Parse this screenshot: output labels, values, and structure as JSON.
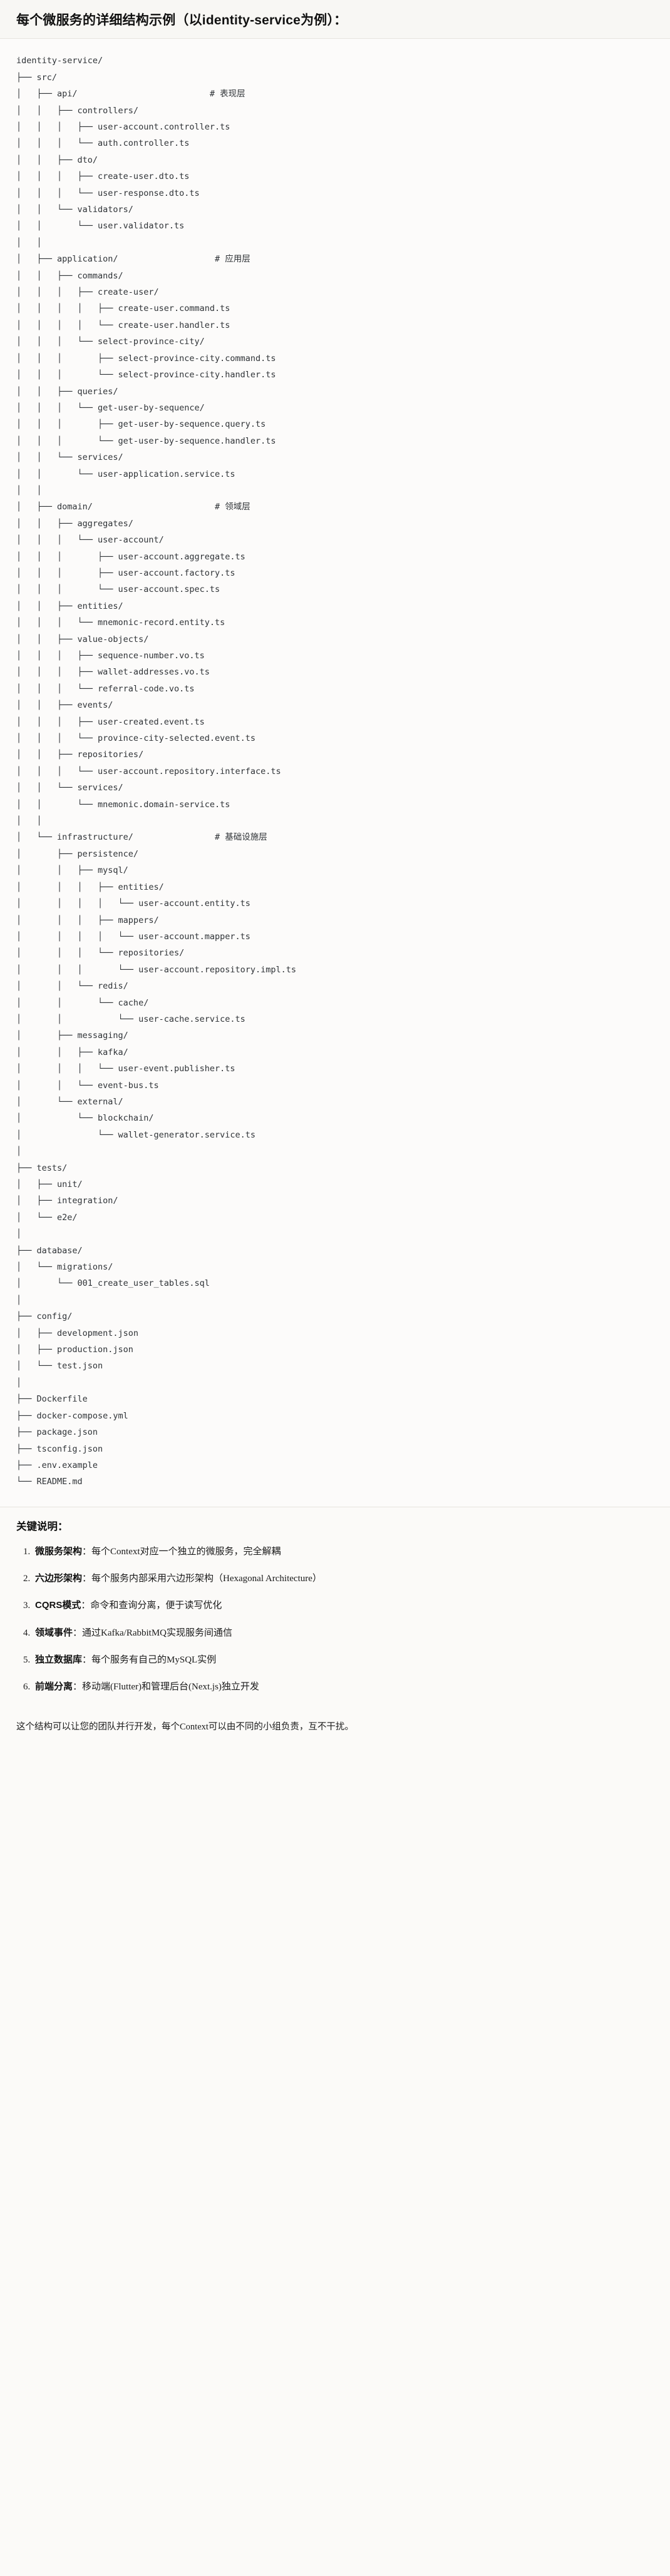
{
  "heading": "每个微服务的详细结构示例（以identity-service为例）：",
  "code_block": {
    "language": "text",
    "lines": [
      "identity-service/",
      "├── src/",
      "│   ├── api/                          # 表现层",
      "│   │   ├── controllers/",
      "│   │   │   ├── user-account.controller.ts",
      "│   │   │   └── auth.controller.ts",
      "│   │   ├── dto/",
      "│   │   │   ├── create-user.dto.ts",
      "│   │   │   └── user-response.dto.ts",
      "│   │   └── validators/",
      "│   │       └── user.validator.ts",
      "│   │",
      "│   ├── application/                   # 应用层",
      "│   │   ├── commands/",
      "│   │   │   ├── create-user/",
      "│   │   │   │   ├── create-user.command.ts",
      "│   │   │   │   └── create-user.handler.ts",
      "│   │   │   └── select-province-city/",
      "│   │   │       ├── select-province-city.command.ts",
      "│   │   │       └── select-province-city.handler.ts",
      "│   │   ├── queries/",
      "│   │   │   └── get-user-by-sequence/",
      "│   │   │       ├── get-user-by-sequence.query.ts",
      "│   │   │       └── get-user-by-sequence.handler.ts",
      "│   │   └── services/",
      "│   │       └── user-application.service.ts",
      "│   │",
      "│   ├── domain/                        # 领域层",
      "│   │   ├── aggregates/",
      "│   │   │   └── user-account/",
      "│   │   │       ├── user-account.aggregate.ts",
      "│   │   │       ├── user-account.factory.ts",
      "│   │   │       └── user-account.spec.ts",
      "│   │   ├── entities/",
      "│   │   │   └── mnemonic-record.entity.ts",
      "│   │   ├── value-objects/",
      "│   │   │   ├── sequence-number.vo.ts",
      "│   │   │   ├── wallet-addresses.vo.ts",
      "│   │   │   └── referral-code.vo.ts",
      "│   │   ├── events/",
      "│   │   │   ├── user-created.event.ts",
      "│   │   │   └── province-city-selected.event.ts",
      "│   │   ├── repositories/",
      "│   │   │   └── user-account.repository.interface.ts",
      "│   │   └── services/",
      "│   │       └── mnemonic.domain-service.ts",
      "│   │",
      "│   └── infrastructure/                # 基础设施层",
      "│       ├── persistence/",
      "│       │   ├── mysql/",
      "│       │   │   ├── entities/",
      "│       │   │   │   └── user-account.entity.ts",
      "│       │   │   ├── mappers/",
      "│       │   │   │   └── user-account.mapper.ts",
      "│       │   │   └── repositories/",
      "│       │   │       └── user-account.repository.impl.ts",
      "│       │   └── redis/",
      "│       │       └── cache/",
      "│       │           └── user-cache.service.ts",
      "│       ├── messaging/",
      "│       │   ├── kafka/",
      "│       │   │   └── user-event.publisher.ts",
      "│       │   └── event-bus.ts",
      "│       └── external/",
      "│           └── blockchain/",
      "│               └── wallet-generator.service.ts",
      "│",
      "├── tests/",
      "│   ├── unit/",
      "│   ├── integration/",
      "│   └── e2e/",
      "│",
      "├── database/",
      "│   └── migrations/",
      "│       └── 001_create_user_tables.sql",
      "│",
      "├── config/",
      "│   ├── development.json",
      "│   ├── production.json",
      "│   └── test.json",
      "│",
      "├── Dockerfile",
      "├── docker-compose.yml",
      "├── package.json",
      "├── tsconfig.json",
      "├── .env.example",
      "└── README.md"
    ]
  },
  "notes": {
    "title": "关键说明：",
    "items": [
      {
        "term": "微服务架构",
        "sep": "：",
        "desc": "每个Context对应一个独立的微服务，完全解耦"
      },
      {
        "term": "六边形架构",
        "sep": "：",
        "desc": "每个服务内部采用六边形架构（Hexagonal Architecture）"
      },
      {
        "term": "CQRS模式",
        "sep": "：",
        "desc": "命令和查询分离，便于读写优化"
      },
      {
        "term": "领域事件",
        "sep": "：",
        "desc": "通过Kafka/RabbitMQ实现服务间通信"
      },
      {
        "term": "独立数据库",
        "sep": "：",
        "desc": "每个服务有自己的MySQL实例"
      },
      {
        "term": "前端分离",
        "sep": "：",
        "desc": "移动端(Flutter)和管理后台(Next.js)独立开发"
      }
    ],
    "closing": "这个结构可以让您的团队并行开发，每个Context可以由不同的小组负责，互不干扰。"
  }
}
